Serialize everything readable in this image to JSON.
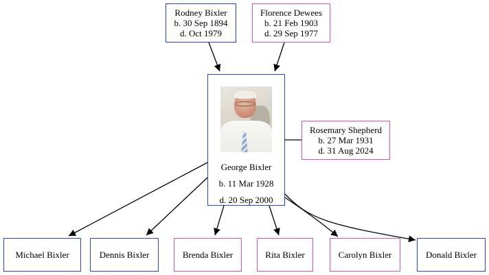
{
  "colors": {
    "male_border": "#2144c4",
    "female_border": "#d452a8",
    "edge": "#000000"
  },
  "parents": {
    "father": {
      "name": "Rodney Bixler",
      "born": "b. 30 Sep 1894",
      "died": "d. Oct 1979"
    },
    "mother": {
      "name": "Florence Dewees",
      "born": "b. 21 Feb 1903",
      "died": "d. 29 Sep 1977"
    }
  },
  "focus": {
    "name": "George Bixler",
    "born": "b. 11 Mar 1928",
    "died": "d. 20 Sep 2000",
    "photo": "portrait-photo"
  },
  "spouse": {
    "name": "Rosemary Shepherd",
    "born": "b. 27 Mar 1931",
    "died": "d. 31 Aug 2024"
  },
  "children": [
    {
      "name": "Michael Bixler",
      "sex": "male"
    },
    {
      "name": "Dennis Bixler",
      "sex": "male"
    },
    {
      "name": "Brenda Bixler",
      "sex": "female"
    },
    {
      "name": "Rita Bixler",
      "sex": "female"
    },
    {
      "name": "Carolyn Bixler",
      "sex": "female"
    },
    {
      "name": "Donald Bixler",
      "sex": "male"
    }
  ]
}
